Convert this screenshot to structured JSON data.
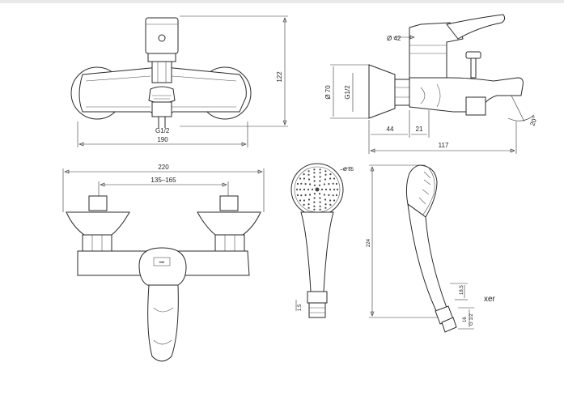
{
  "front_view": {
    "dim_width": "190",
    "dim_height": "122",
    "thread": "G1/2"
  },
  "side_view": {
    "dia_42": "Ø 42",
    "thread": "G1/2",
    "dia_70": "Ø 70",
    "dim_44": "44",
    "dim_21": "21",
    "dim_117": "117",
    "angle": "20°"
  },
  "bottom_view": {
    "dim_220": "220",
    "dim_range": "135–165"
  },
  "shower_face": {
    "dia": "Ø 85"
  },
  "shower_side": {
    "length": "224",
    "dim_a": "18.5",
    "dim_b": "16",
    "thread": "G 1/2",
    "label": "xer"
  },
  "colors": {
    "line": "#2a2a2a",
    "topbar": "#e9e9e9"
  }
}
